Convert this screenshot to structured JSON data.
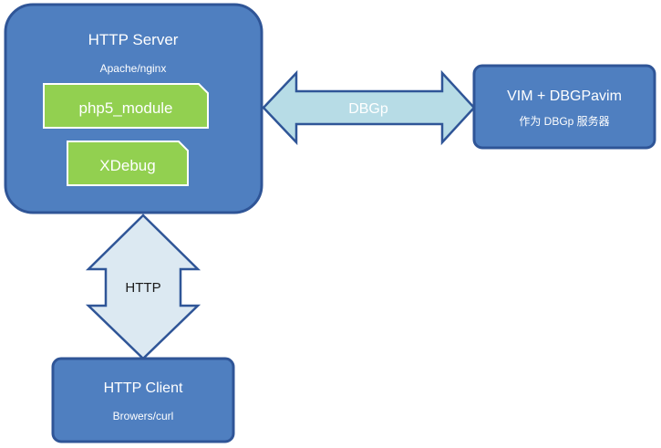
{
  "colors": {
    "box_fill": "#4f7fc0",
    "box_stroke": "#2f5597",
    "module_fill": "#92d050",
    "module_stroke": "#ffffff",
    "arrow_fill": "#dce9f2",
    "arrow_stroke": "#2f5597",
    "arrow_horizontal_fill": "#b7dce6"
  },
  "http_server": {
    "title": "HTTP Server",
    "subtitle": "Apache/nginx",
    "modules": [
      "php5_module",
      "XDebug"
    ]
  },
  "dbgp_arrow": {
    "label": "DBGp"
  },
  "vim_box": {
    "title": "VIM + DBGPavim",
    "subtitle": "作为 DBGp 服务器"
  },
  "http_arrow": {
    "label": "HTTP"
  },
  "http_client": {
    "title": "HTTP Client",
    "subtitle": "Browers/curl"
  }
}
